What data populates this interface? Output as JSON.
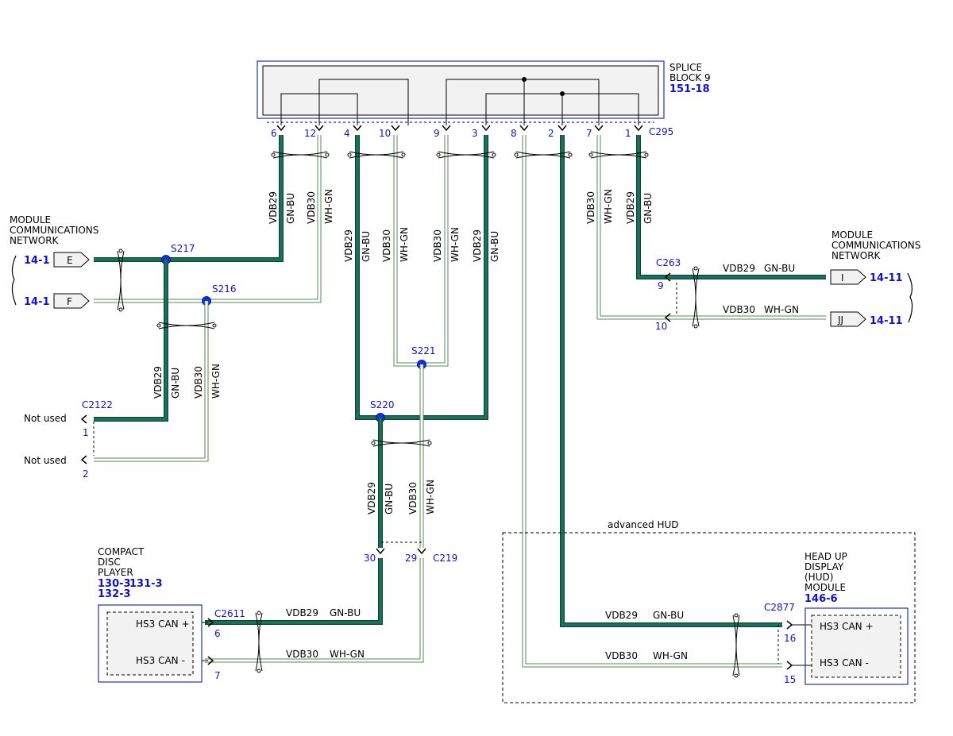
{
  "splice_block": {
    "title1": "SPLICE",
    "title2": "BLOCK 9",
    "ref": "151-18",
    "connector": "C295",
    "pins": [
      "6",
      "12",
      "4",
      "10",
      "9",
      "3",
      "8",
      "2",
      "7",
      "1"
    ]
  },
  "left_network": {
    "line1": "MODULE",
    "line2": "COMMUNICATIONS",
    "line3": "NETWORK",
    "ref_e": "14-1",
    "ref_f": "14-1",
    "conn_e": "E",
    "conn_f": "F"
  },
  "right_network": {
    "line1": "MODULE",
    "line2": "COMMUNICATIONS",
    "line3": "NETWORK",
    "ref_i": "14-11",
    "ref_jj": "14-11",
    "conn_i": "I",
    "conn_jj": "JJ"
  },
  "splices": {
    "s217": "S217",
    "s216": "S216",
    "s221": "S221",
    "s220": "S220"
  },
  "connectors": {
    "c263": "C263",
    "c263_pin9": "9",
    "c263_pin10": "10",
    "c2122": "C2122",
    "c2122_pin1": "1",
    "c2122_pin2": "2",
    "c219": "C219",
    "c219_pin30": "30",
    "c219_pin29": "29",
    "c2611": "C2611",
    "c2611_pin6": "6",
    "c2611_pin7": "7",
    "c2877": "C2877",
    "c2877_pin16": "16",
    "c2877_pin15": "15"
  },
  "not_used": "Not used",
  "wires": {
    "vdb29": "VDB29",
    "vdb30": "VDB30",
    "gnbu": "GN-BU",
    "whgn": "WH-GN"
  },
  "cd_player": {
    "line1": "COMPACT",
    "line2": "DISC",
    "line3": "PLAYER",
    "ref1": "130-3",
    "ref2": "131-3",
    "ref3": "132-3",
    "pin_plus": "HS3 CAN +",
    "pin_minus": "HS3 CAN -"
  },
  "hud": {
    "group": "advanced HUD",
    "line1": "HEAD UP",
    "line2": "DISPLAY",
    "line3": "(HUD)",
    "line4": "MODULE",
    "ref": "146-6",
    "pin_plus": "HS3 CAN +",
    "pin_minus": "HS3 CAN -"
  },
  "colors": {
    "gnbu_outer": "#0a4a2a",
    "gnbu_inner": "#1a7a3a",
    "gnbu_stripe": "#1f5fbf",
    "whgn": "#5a8a5a",
    "accent": "#1010d0"
  }
}
